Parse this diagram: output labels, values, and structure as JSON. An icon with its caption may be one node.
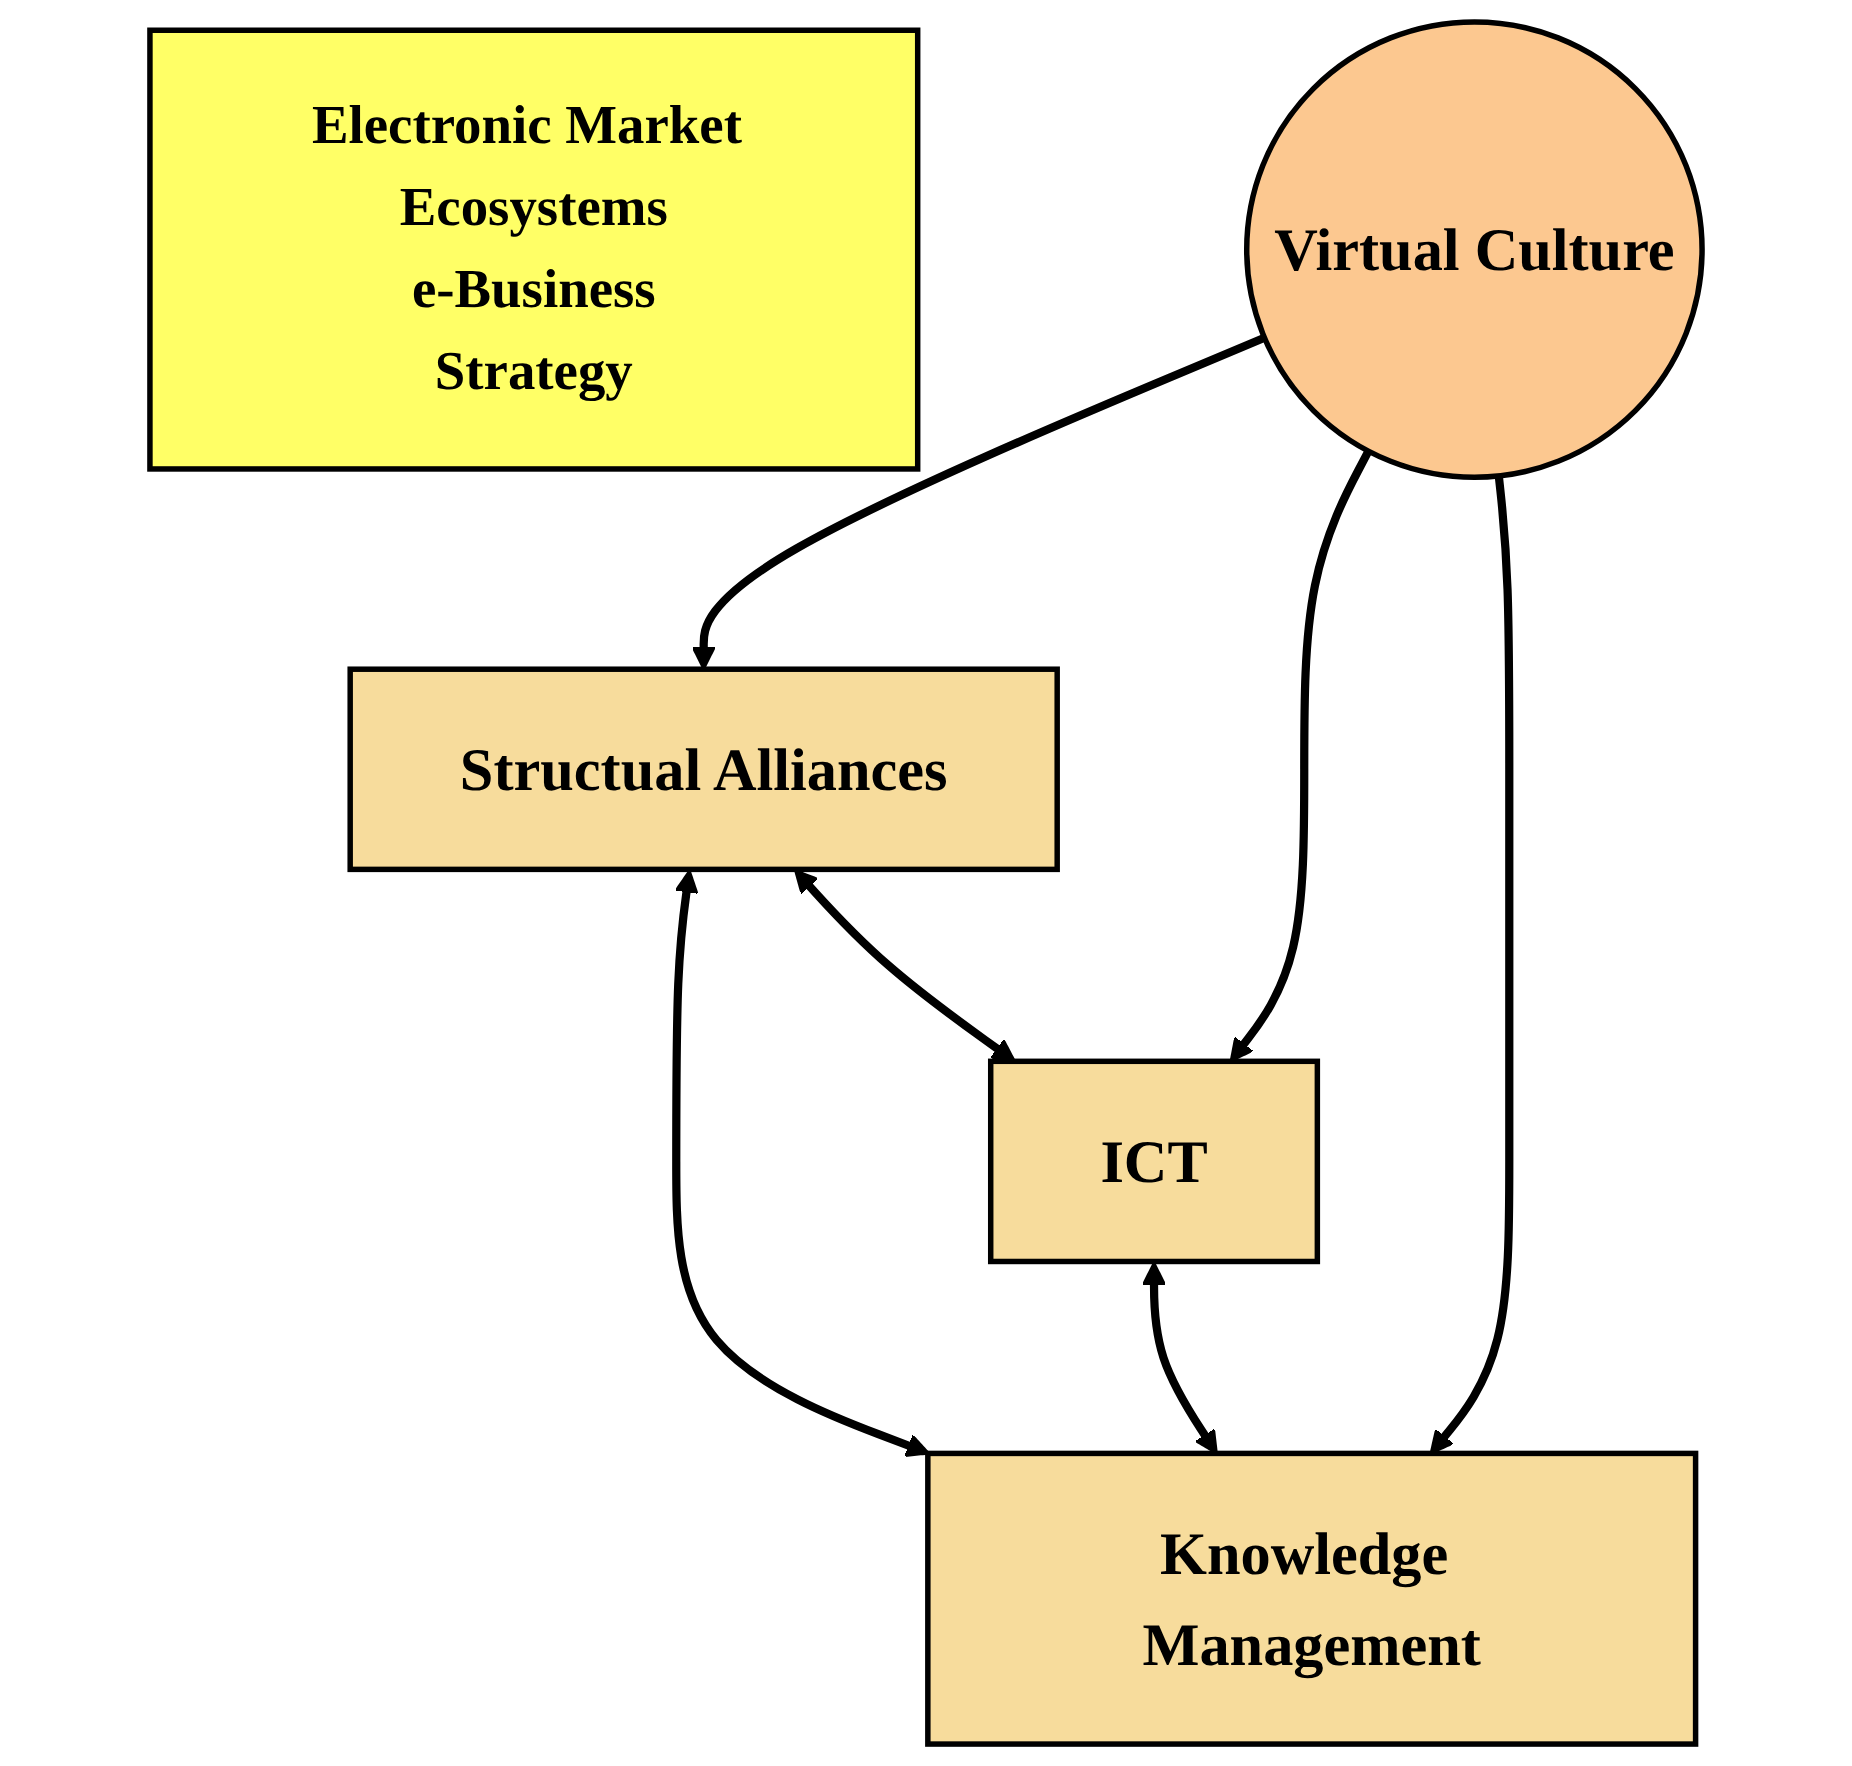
{
  "diagram": {
    "nodes": [
      {
        "text": [
          "Electronic Market Ecosystems",
          "e-Business",
          "Strategy"
        ]
      },
      {
        "text": [
          "Structual Alliances"
        ]
      },
      {
        "text": [
          "ICT"
        ]
      },
      {
        "text": [
          "Virtual Culture"
        ]
      },
      {
        "text": [
          "Knowledge Management"
        ]
      }
    ],
    "edges": [
      {
        "from": 1,
        "to": 2,
        "arrow": "both"
      },
      {
        "from": 3,
        "to": 1,
        "arrow": "to"
      },
      {
        "from": 3,
        "to": 2,
        "arrow": "to"
      },
      {
        "from": 1,
        "to": 4,
        "arrow": "both"
      },
      {
        "from": 2,
        "to": 4,
        "arrow": "both"
      },
      {
        "from": 3,
        "to": 4,
        "arrow": "to"
      }
    ]
  }
}
